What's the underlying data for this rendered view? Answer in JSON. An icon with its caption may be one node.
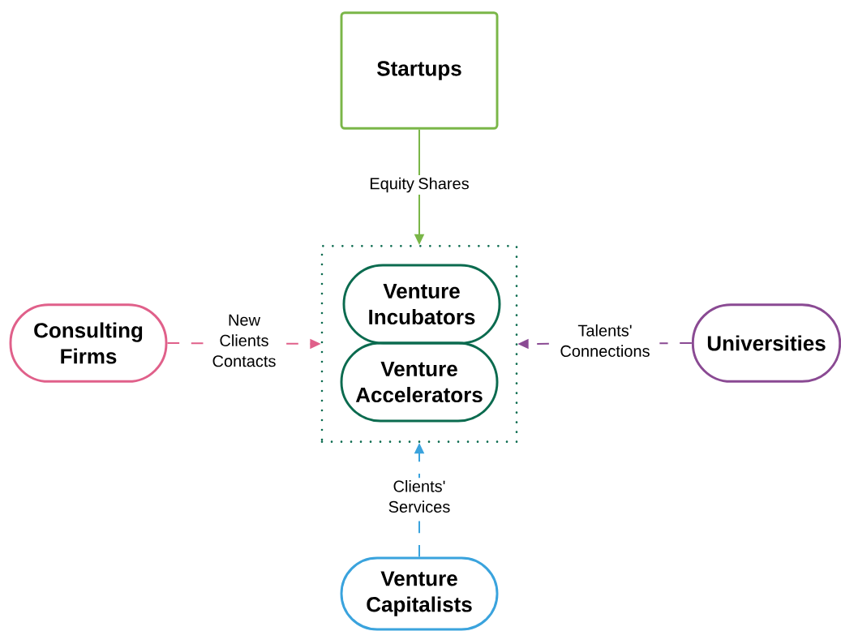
{
  "diagram": {
    "nodes": [
      {
        "text": [
          "Startups"
        ]
      },
      {
        "text": [],
        "shape": "box"
      },
      {
        "text": [
          "Venture Incubators"
        ],
        "in": 1
      },
      {
        "text": [
          "Venture Accelerators"
        ],
        "in": 1
      },
      {
        "text": [
          "Consulting Firms"
        ]
      },
      {
        "text": [
          "Universities"
        ]
      },
      {
        "text": [
          "Venture Capitalists"
        ]
      }
    ],
    "edges": [
      {
        "from": 0,
        "to": 1,
        "arrow": "to",
        "label": "Equity Shares",
        "color": "#7ab648"
      },
      {
        "from": 4,
        "to": 1,
        "arrow": "to",
        "label": "New Clients Contacts",
        "style": "dashed",
        "color": "#e0608a"
      },
      {
        "from": 5,
        "to": 1,
        "arrow": "to",
        "label": "Talents' Connections",
        "style": "dashed",
        "color": "#8a4a93"
      },
      {
        "from": 6,
        "to": 1,
        "arrow": "to",
        "label": "Clients' Services",
        "style": "dashed",
        "color": "#3aa3dd"
      }
    ]
  }
}
